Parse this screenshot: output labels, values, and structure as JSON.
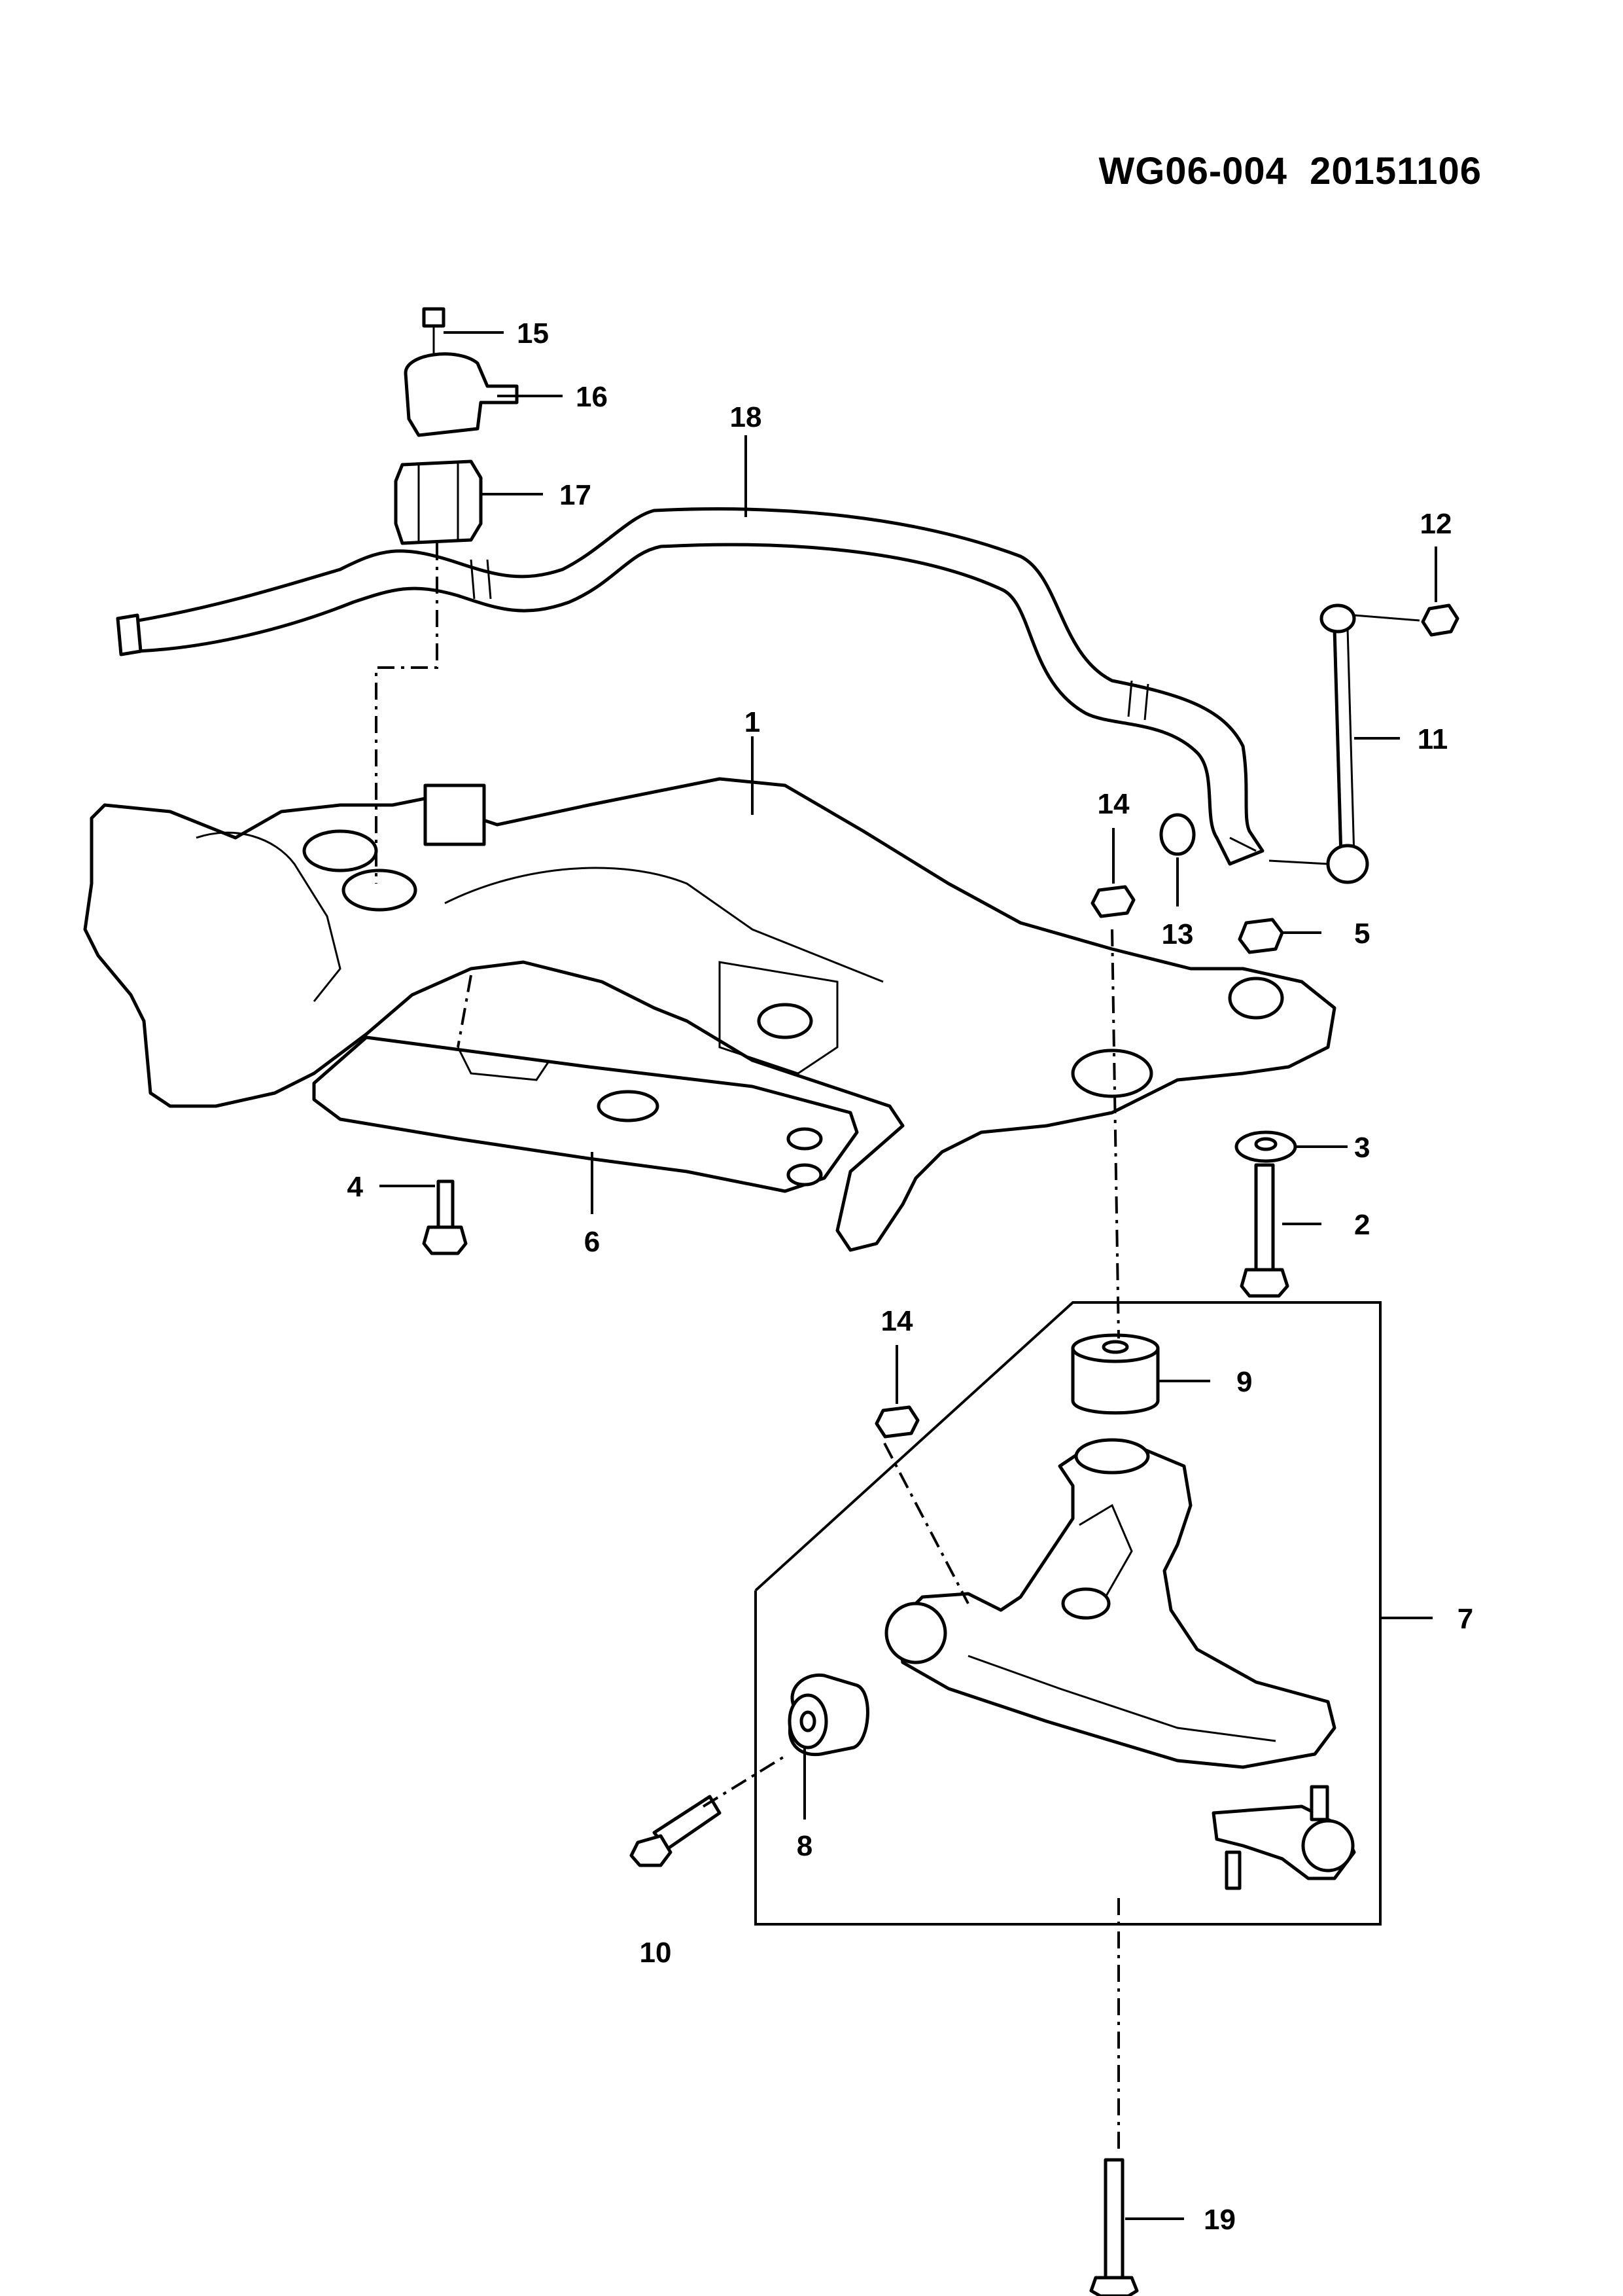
{
  "header": {
    "code": "WG06-004  20151106"
  },
  "callouts": [
    {
      "id": "1",
      "label": "1"
    },
    {
      "id": "2",
      "label": "2"
    },
    {
      "id": "3",
      "label": "3"
    },
    {
      "id": "4",
      "label": "4"
    },
    {
      "id": "5",
      "label": "5"
    },
    {
      "id": "6",
      "label": "6"
    },
    {
      "id": "7",
      "label": "7"
    },
    {
      "id": "8",
      "label": "8"
    },
    {
      "id": "9",
      "label": "9"
    },
    {
      "id": "10",
      "label": "10"
    },
    {
      "id": "11",
      "label": "11"
    },
    {
      "id": "12",
      "label": "12"
    },
    {
      "id": "13",
      "label": "13"
    },
    {
      "id": "14a",
      "label": "14"
    },
    {
      "id": "14b",
      "label": "14"
    },
    {
      "id": "15",
      "label": "15"
    },
    {
      "id": "16",
      "label": "16"
    },
    {
      "id": "17",
      "label": "17"
    },
    {
      "id": "18",
      "label": "18"
    },
    {
      "id": "19",
      "label": "19"
    }
  ]
}
